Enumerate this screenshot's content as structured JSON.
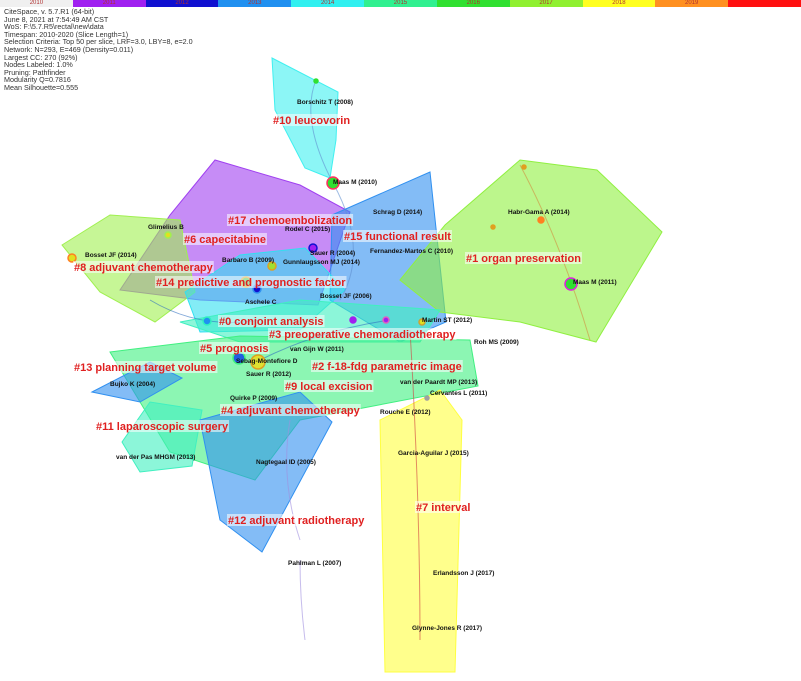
{
  "timeline": {
    "years": [
      "2010",
      "2011",
      "2012",
      "2013",
      "2014",
      "2015",
      "2016",
      "2017",
      "2018",
      "2019",
      ""
    ],
    "colors": [
      "#f0f0f0",
      "#a020f0",
      "#1010d0",
      "#2090f0",
      "#30f0f0",
      "#30f090",
      "#30e030",
      "#90f030",
      "#ffff20",
      "#ff9020",
      "#ff1010"
    ]
  },
  "info": [
    "CiteSpace, v. 5.7.R1 (64-bit)",
    "June 8, 2021 at 7:54:49 AM CST",
    "WoS: F:\\5.7.R5\\rectal\\new\\data",
    "Timespan: 2010-2020 (Slice Length=1)",
    "Selection Criteria: Top 50 per slice, LRF=3.0, LBY=8, e=2.0",
    "Network: N=293, E=469 (Density=0.011)",
    "Largest CC: 270 (92%)",
    "Nodes Labeled: 1.0%",
    "Pruning: Pathfinder",
    "Modularity Q=0.7816",
    "Mean Silhouette=0.555"
  ],
  "clusters": [
    {
      "label": "#10 leucovorin",
      "color": "#40f0f0"
    },
    {
      "label": "#17 chemoembolization",
      "color": "#a040f0"
    },
    {
      "label": "#15 functional result",
      "color": "#3090f0"
    },
    {
      "label": "#1 organ preservation",
      "color": "#90f040"
    },
    {
      "label": "#6 capecitabine",
      "color": "#a040f0"
    },
    {
      "label": "#8 adjuvant chemotherapy",
      "color": "#a0f050"
    },
    {
      "label": "#14 predictive and prognostic factor",
      "color": "#30e0f0"
    },
    {
      "label": "#3 preoperative chemoradiotherapy",
      "color": "#40f0c0"
    },
    {
      "label": "#0 conjoint analysis",
      "color": "#30f0f0"
    },
    {
      "label": "#5 prognosis",
      "color": "#40f080"
    },
    {
      "label": "#2 f-18-fdg parametric image",
      "color": "#40f060"
    },
    {
      "label": "#13 planning target volume",
      "color": "#3090f0"
    },
    {
      "label": "#9 local excision",
      "color": "#3090f0"
    },
    {
      "label": "#4 adjuvant chemotherapy",
      "color": "#40f080"
    },
    {
      "label": "#11 laparoscopic surgery",
      "color": "#40f0c0"
    },
    {
      "label": "#7 interval",
      "color": "#ffff40"
    },
    {
      "label": "#12 adjuvant radiotherapy",
      "color": "#3090f0"
    }
  ],
  "nodes": [
    "Borschitz T (2008)",
    "Maas M (2010)",
    "Schrag D (2014)",
    "Habr-Gama A (2014)",
    "Rodel C (2015)",
    "Fernandez-Martos C (2010)",
    "Glimelius B",
    "Bosset JF (2014)",
    "Sauer R (2004)",
    "Barbaro B (2009)",
    "Gunnlaugsson MJ (2014)",
    "Bosset JF (2006)",
    "Maas M (2011)",
    "Aschele C",
    "Martin ST (2012)",
    "Roh MS (2009)",
    "van Gijn W (2011)",
    "Sebag-Montefiore D",
    "Sauer R (2012)",
    "Bujko K (2004)",
    "van der Paardt MP (2013)",
    "Garcia-Aguilar J (2015)",
    "Quirke P (2009)",
    "Rouche E (2012)",
    "van der Pas MHGM (2013)",
    "Nagtegaal ID (2005)",
    "Garcia-Aguilar J (2015)",
    "Pahlman L (2007)",
    "Erlandsson J (2017)",
    "Glynne-Jones R (2017)",
    "Cervantes L (2011)"
  ]
}
